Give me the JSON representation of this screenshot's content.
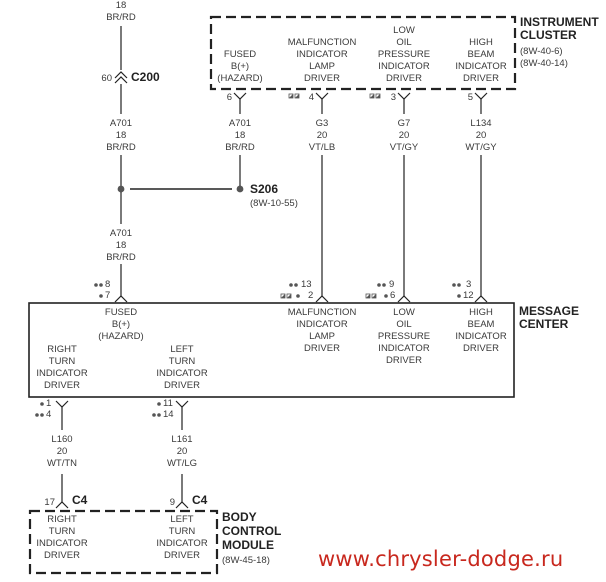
{
  "colors": {
    "wire": "#222222",
    "text": "#3a3a3a",
    "watermark": "#c8281e"
  },
  "top_wire": {
    "gauge": "18",
    "color": "BR/RD"
  },
  "c200": {
    "pin": "60",
    "label": "C200"
  },
  "wire_a701_upper": {
    "circuit": "A701",
    "gauge": "18",
    "color": "BR/RD"
  },
  "wire_a701_right": {
    "circuit": "A701",
    "gauge": "18",
    "color": "BR/RD"
  },
  "wire_a701_lower": {
    "circuit": "A701",
    "gauge": "18",
    "color": "BR/RD"
  },
  "splice": {
    "label": "S206",
    "ref": "(8W-10-55)"
  },
  "instrument_cluster": {
    "title_line1": "INSTRUMENT",
    "title_line2": "CLUSTER",
    "ref1": "(8W-40-6)",
    "ref2": "(8W-40-14)",
    "functions": [
      {
        "lines": [
          "FUSED",
          "B(+)",
          "(HAZARD)"
        ],
        "pin": "6"
      },
      {
        "lines": [
          "MALFUNCTION",
          "INDICATOR",
          "LAMP",
          "DRIVER"
        ],
        "pin": "4"
      },
      {
        "lines": [
          "LOW",
          "OIL",
          "PRESSURE",
          "INDICATOR",
          "DRIVER"
        ],
        "pin": "3"
      },
      {
        "lines": [
          "HIGH",
          "BEAM",
          "INDICATOR",
          "DRIVER"
        ],
        "pin": "5"
      }
    ]
  },
  "wires_ic": [
    {
      "circuit": "G3",
      "gauge": "20",
      "color": "VT/LB"
    },
    {
      "circuit": "G7",
      "gauge": "20",
      "color": "VT/GY"
    },
    {
      "circuit": "L134",
      "gauge": "20",
      "color": "WT/GY"
    }
  ],
  "message_center": {
    "title_line1": "MESSAGE",
    "title_line2": "CENTER",
    "fused": {
      "lines": [
        "FUSED",
        "B(+)",
        "(HAZARD)"
      ],
      "pin_a": "8",
      "pin_b": "7"
    },
    "mil": {
      "lines": [
        "MALFUNCTION",
        "INDICATOR",
        "LAMP",
        "DRIVER"
      ],
      "pin_a": "13",
      "pin_b": "2"
    },
    "oil": {
      "lines": [
        "LOW",
        "OIL",
        "PRESSURE",
        "INDICATOR",
        "DRIVER"
      ],
      "pin_a": "9",
      "pin_b": "6"
    },
    "hb": {
      "lines": [
        "HIGH",
        "BEAM",
        "INDICATOR",
        "DRIVER"
      ],
      "pin_a": "3",
      "pin_b": "12"
    },
    "right_turn": {
      "lines": [
        "RIGHT",
        "TURN",
        "INDICATOR",
        "DRIVER"
      ],
      "pin_a": "1",
      "pin_b": "4"
    },
    "left_turn": {
      "lines": [
        "LEFT",
        "TURN",
        "INDICATOR",
        "DRIVER"
      ],
      "pin_a": "11",
      "pin_b": "14"
    }
  },
  "wires_bcm": [
    {
      "circuit": "L160",
      "gauge": "20",
      "color": "WT/TN",
      "pin": "17",
      "connector": "C4"
    },
    {
      "circuit": "L161",
      "gauge": "20",
      "color": "WT/LG",
      "pin": "9",
      "connector": "C4"
    }
  ],
  "body_control_module": {
    "title_line1": "BODY",
    "title_line2": "CONTROL",
    "title_line3": "MODULE",
    "ref": "(8W-45-18)",
    "functions": [
      {
        "lines": [
          "RIGHT",
          "TURN",
          "INDICATOR",
          "DRIVER"
        ]
      },
      {
        "lines": [
          "LEFT",
          "TURN",
          "INDICATOR",
          "DRIVER"
        ]
      }
    ]
  },
  "watermark": "www.chrysler-dodge.ru"
}
